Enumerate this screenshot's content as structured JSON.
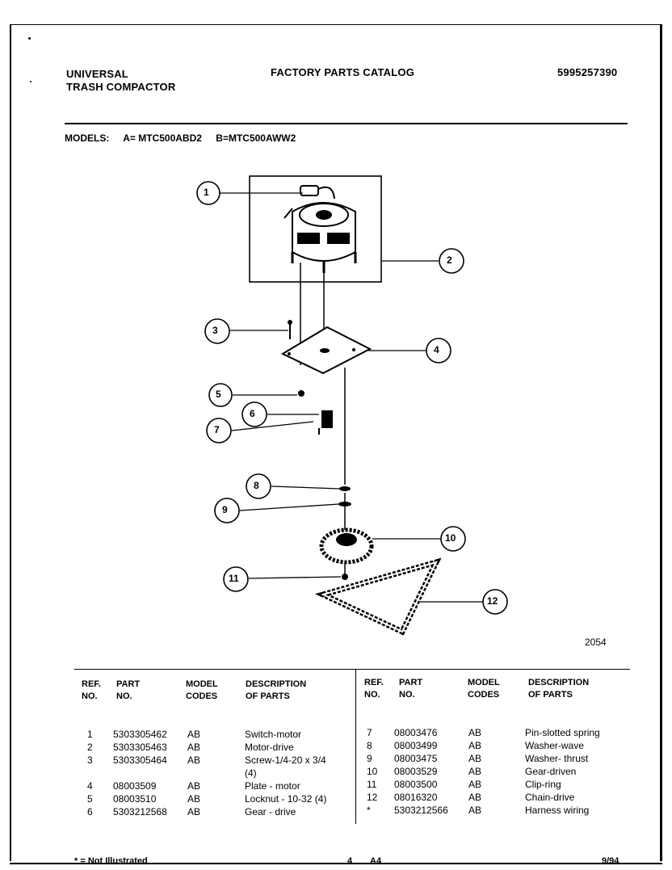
{
  "header": {
    "brand_line1": "UNIVERSAL",
    "brand_line2": "TRASH COMPACTOR",
    "catalog_title": "FACTORY PARTS CATALOG",
    "catalog_number": "5995257390"
  },
  "models": {
    "label": "MODELS:",
    "model_a": "A= MTC500ABD2",
    "model_b": "B=MTC500AWW2"
  },
  "diagram": {
    "figure_number": "2054",
    "callouts": [
      "1",
      "2",
      "3",
      "4",
      "5",
      "6",
      "7",
      "8",
      "9",
      "10",
      "11",
      "12"
    ]
  },
  "table": {
    "headers": {
      "ref": "REF.",
      "ref2": "NO.",
      "part": "PART",
      "part2": "NO.",
      "model": "MODEL",
      "model2": "CODES",
      "desc": "DESCRIPTION",
      "desc2": "OF PARTS"
    },
    "left_rows": [
      {
        "ref": "1",
        "part": "5303305462",
        "code": "AB",
        "desc": "Switch-motor"
      },
      {
        "ref": "2",
        "part": "5303305463",
        "code": "AB",
        "desc": "Motor-drive"
      },
      {
        "ref": "3",
        "part": "5303305464",
        "code": "AB",
        "desc": "Screw-1/4-20 x 3/4"
      },
      {
        "ref": "",
        "part": "",
        "code": "",
        "desc": "(4)"
      },
      {
        "ref": "4",
        "part": "08003509",
        "code": "AB",
        "desc": "Plate - motor"
      },
      {
        "ref": "5",
        "part": "08003510",
        "code": "AB",
        "desc": "Locknut - 10-32 (4)"
      },
      {
        "ref": "6",
        "part": "5303212568",
        "code": "AB",
        "desc": "Gear - drive"
      }
    ],
    "right_rows": [
      {
        "ref": "7",
        "part": "08003476",
        "code": "AB",
        "desc": "Pin-slotted spring"
      },
      {
        "ref": "8",
        "part": "08003499",
        "code": "AB",
        "desc": "Washer-wave"
      },
      {
        "ref": "9",
        "part": "08003475",
        "code": "AB",
        "desc": "Washer- thrust"
      },
      {
        "ref": "10",
        "part": "08003529",
        "code": "AB",
        "desc": "Gear-driven"
      },
      {
        "ref": "11",
        "part": "08003500",
        "code": "AB",
        "desc": "Clip-ring"
      },
      {
        "ref": "12",
        "part": "08016320",
        "code": "AB",
        "desc": "Chain-drive"
      },
      {
        "ref": "*",
        "part": "5303212566",
        "code": "AB",
        "desc": "Harness wiring"
      }
    ]
  },
  "footer": {
    "note": "* = Not Illustrated",
    "page": "4",
    "section": "A4",
    "date": "9/94"
  }
}
